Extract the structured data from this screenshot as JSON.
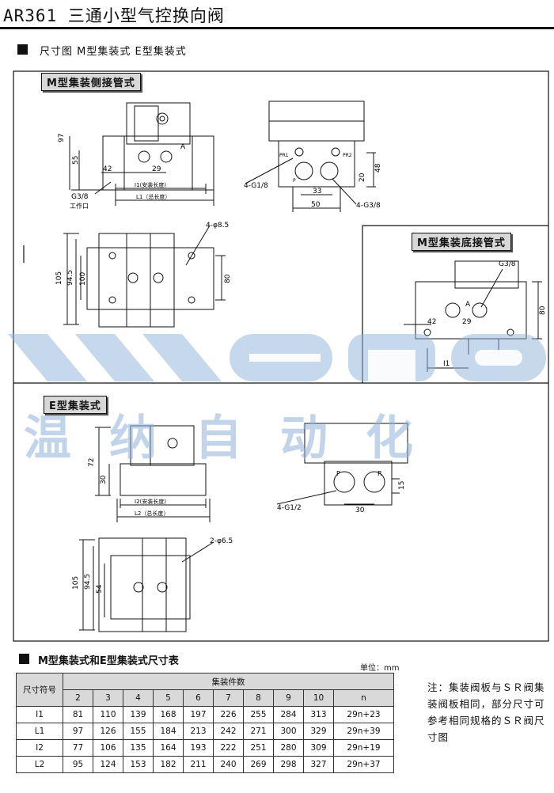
{
  "title": "AR361 三通小型气控换向阀",
  "section_heading": "尺寸图 M型集装式 E型集装式",
  "panels": {
    "m_side": "M型集装侧接管式",
    "m_bottom": "M型集装底接管式",
    "e_type": "E型集装式"
  },
  "m_side_labels": {
    "d97": "97",
    "d55": "55",
    "d42": "42",
    "d29": "29",
    "port_a": "A",
    "g38": "G3/8",
    "work_port": "工作口",
    "l1_install": "I1(安装长度)",
    "L1_total": "L1（总长度）",
    "g18": "4-G1/8",
    "g38b": "4-G3/8",
    "d33": "33",
    "d50": "50",
    "d48": "48",
    "d20": "20",
    "pr1": "PR1",
    "pr2": "PR2",
    "p": "P",
    "phi85": "4-φ8.5",
    "d105": "105",
    "d945": "94.5",
    "d100": "100",
    "d80": "80"
  },
  "m_bottom_labels": {
    "g38": "G3/8",
    "d42": "42",
    "d29": "29",
    "a": "A",
    "d80": "80",
    "l1": "I1"
  },
  "e_labels": {
    "d72": "72",
    "d30": "30",
    "l2_install": "I2(安装长度)",
    "L2_total": "L2（总长度）",
    "g12": "4-G1/2",
    "d30b": "30",
    "d15": "15",
    "p": "P",
    "r": "R",
    "phi65": "2-φ6.5",
    "d105": "105",
    "d945": "94.5",
    "d54": "54"
  },
  "watermark": {
    "logo": "wena",
    "cn": "温纳自动化"
  },
  "table": {
    "title": "M型集装式和E型集装式尺寸表",
    "unit": "单位：mm",
    "col_header": "尺寸符号",
    "group_header": "集装件数",
    "counts": [
      "2",
      "3",
      "4",
      "5",
      "6",
      "7",
      "8",
      "9",
      "10",
      "n"
    ],
    "rows": [
      {
        "sym": "I1",
        "vals": [
          "81",
          "110",
          "139",
          "168",
          "197",
          "226",
          "255",
          "284",
          "313",
          "29n+23"
        ]
      },
      {
        "sym": "L1",
        "vals": [
          "97",
          "126",
          "155",
          "184",
          "213",
          "242",
          "271",
          "300",
          "329",
          "29n+39"
        ]
      },
      {
        "sym": "I2",
        "vals": [
          "77",
          "106",
          "135",
          "164",
          "193",
          "222",
          "251",
          "280",
          "309",
          "29n+19"
        ]
      },
      {
        "sym": "L2",
        "vals": [
          "95",
          "124",
          "153",
          "182",
          "211",
          "240",
          "269",
          "298",
          "327",
          "29n+37"
        ]
      }
    ]
  },
  "note": "注：集装阀板与ＳＲ阀集装阀板相同，部分尺寸可参考相同规格的ＳＲ阀尺寸图"
}
